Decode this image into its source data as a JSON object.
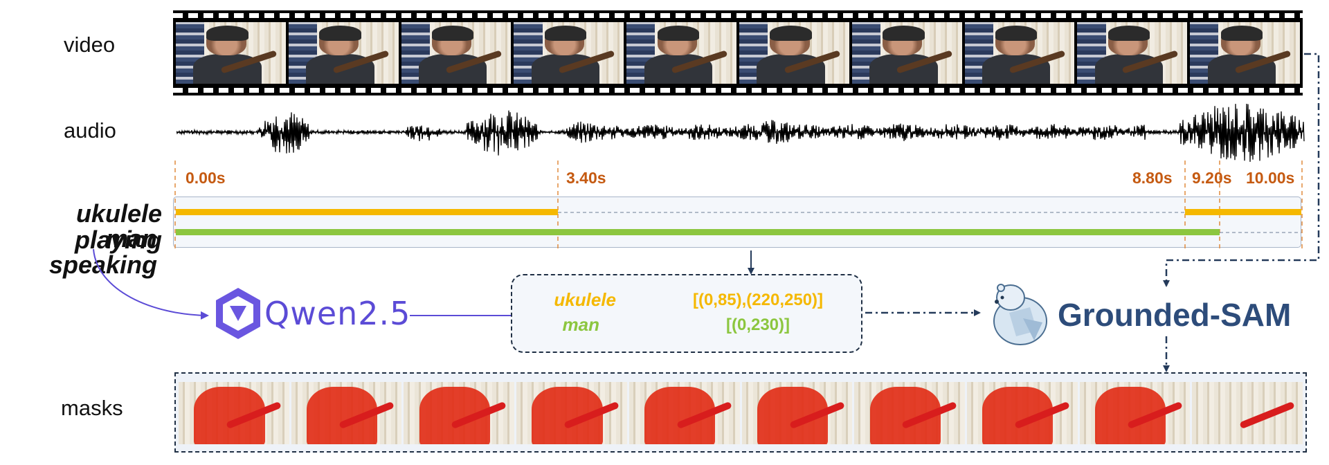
{
  "rows": {
    "video": "video",
    "audio": "audio",
    "masks": "masks"
  },
  "timestamps": [
    "0.00s",
    "3.40s",
    "8.80s",
    "9.20s",
    "10.00s"
  ],
  "queries": {
    "ukulele_playing": "ukulele playing",
    "man_speaking": "man speaking"
  },
  "models": {
    "llm": "Qwen2.5",
    "segmenter": "Grounded-SAM"
  },
  "output": {
    "ukulele_word": "ukulele",
    "ukulele_span": "[(0,85),(220,250)]",
    "man_word": "man",
    "man_span": "[(0,230)]"
  },
  "colors": {
    "ukulele": "#f5b800",
    "man": "#8cc63f",
    "timestamp": "#c55a11",
    "qwen": "#5b4bd6",
    "grounded_sam": "#2d4c7a",
    "mask": "#e12a14"
  },
  "icons": [
    "qwen-logo-icon",
    "polar-bear-icon"
  ]
}
